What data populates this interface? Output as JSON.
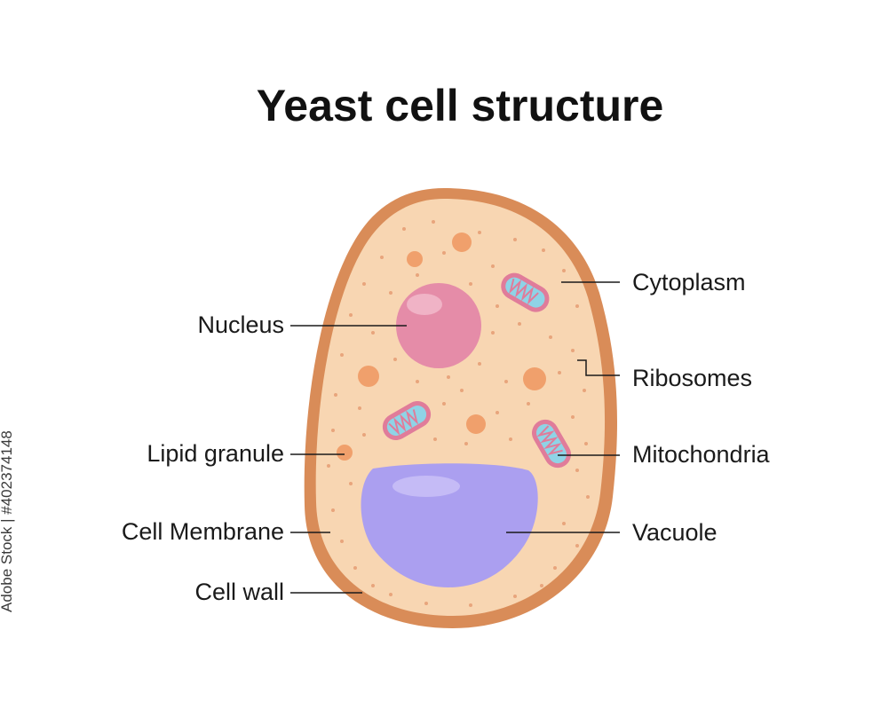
{
  "title": "Yeast cell structure",
  "labels": {
    "nucleus": "Nucleus",
    "lipid_granule": "Lipid granule",
    "cell_membrane": "Cell Membrane",
    "cell_wall": "Cell wall",
    "cytoplasm": "Cytoplasm",
    "ribosomes": "Ribosomes",
    "mitochondria": "Mitochondria",
    "vacuole": "Vacuole"
  },
  "stock_id": "Adobe Stock | #402374148",
  "colors": {
    "cell_wall": "#d98c58",
    "cytoplasm": "#f8d6b2",
    "nucleus": "#e58ca8",
    "vacuole": "#ab9ff0",
    "mitochondria_outer": "#e07c9a",
    "mitochondria_inner": "#8fd3e6",
    "granule": "#f0a06c",
    "ribosome_dot": "#e8a57c"
  }
}
